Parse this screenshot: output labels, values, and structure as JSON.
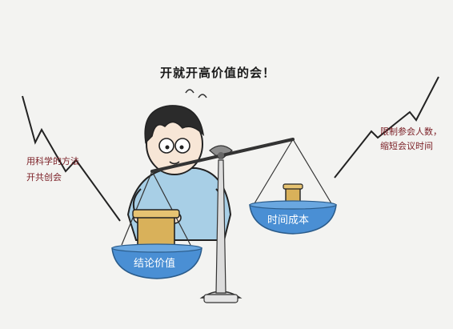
{
  "headline": "开就开高价值的会！",
  "left_note": {
    "line1": "用科学的方法",
    "line2": "开共创会"
  },
  "right_note": {
    "line1": "限制参会人数，",
    "line2": "缩短会议时间"
  },
  "left_pan_label": "结论价值",
  "right_pan_label": "时间成本",
  "colors": {
    "background": "#f3f3f1",
    "pan_blue": "#4a8fd4",
    "note_text": "#7a1d24",
    "sweater": "#a8cfe6",
    "weight_gold": "#d9b15a"
  }
}
